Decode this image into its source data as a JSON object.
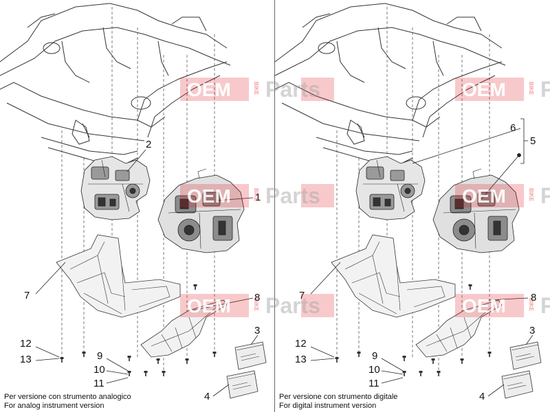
{
  "panels": [
    {
      "id": "analog",
      "caption_it": "Per versione con strumento analogico",
      "caption_en": "For analog instrument version",
      "callouts": [
        "2",
        "1",
        "7",
        "8",
        "3",
        "12",
        "13",
        "9",
        "10",
        "11",
        "4"
      ]
    },
    {
      "id": "digital",
      "caption_it": "Per versione con strumento digitale",
      "caption_en": "For digital instrument version",
      "callouts": [
        "6",
        "5",
        "7",
        "8",
        "3",
        "12",
        "13",
        "9",
        "10",
        "11",
        "4"
      ]
    }
  ],
  "watermark": {
    "left": "OEM",
    "middle": "BIKE",
    "right": "Parts",
    "color": "#e31e24"
  },
  "colors": {
    "line": "#333333",
    "leader": "#222222",
    "watermark_box": "#e31e24"
  }
}
